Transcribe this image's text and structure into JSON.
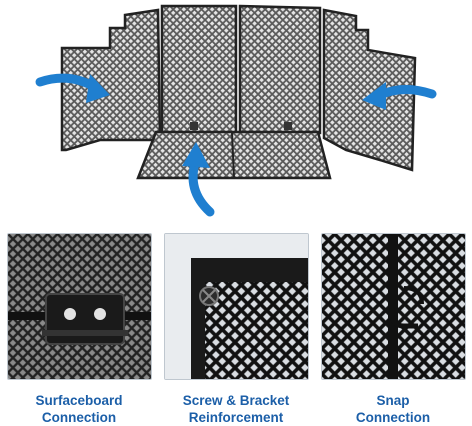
{
  "colors": {
    "caption_text": "#1c5fa8",
    "arrow_blue": "#1f7fd0",
    "mesh_metal": "#1a1a1a",
    "panel_background": "#e9ecef"
  },
  "hero": {
    "product": "folding-mesh-panel-fence",
    "arrows": [
      "left-arrow-icon",
      "right-arrow-icon",
      "up-arrow-icon"
    ]
  },
  "details": [
    {
      "line1": "Surfaceboard",
      "line2": "Connection",
      "icon": "hinge-plate-icon"
    },
    {
      "line1": "Screw & Bracket",
      "line2": "Reinforcement",
      "icon": "screw-icon"
    },
    {
      "line1": "Snap",
      "line2": "Connection",
      "icon": "snap-hook-icon"
    }
  ]
}
